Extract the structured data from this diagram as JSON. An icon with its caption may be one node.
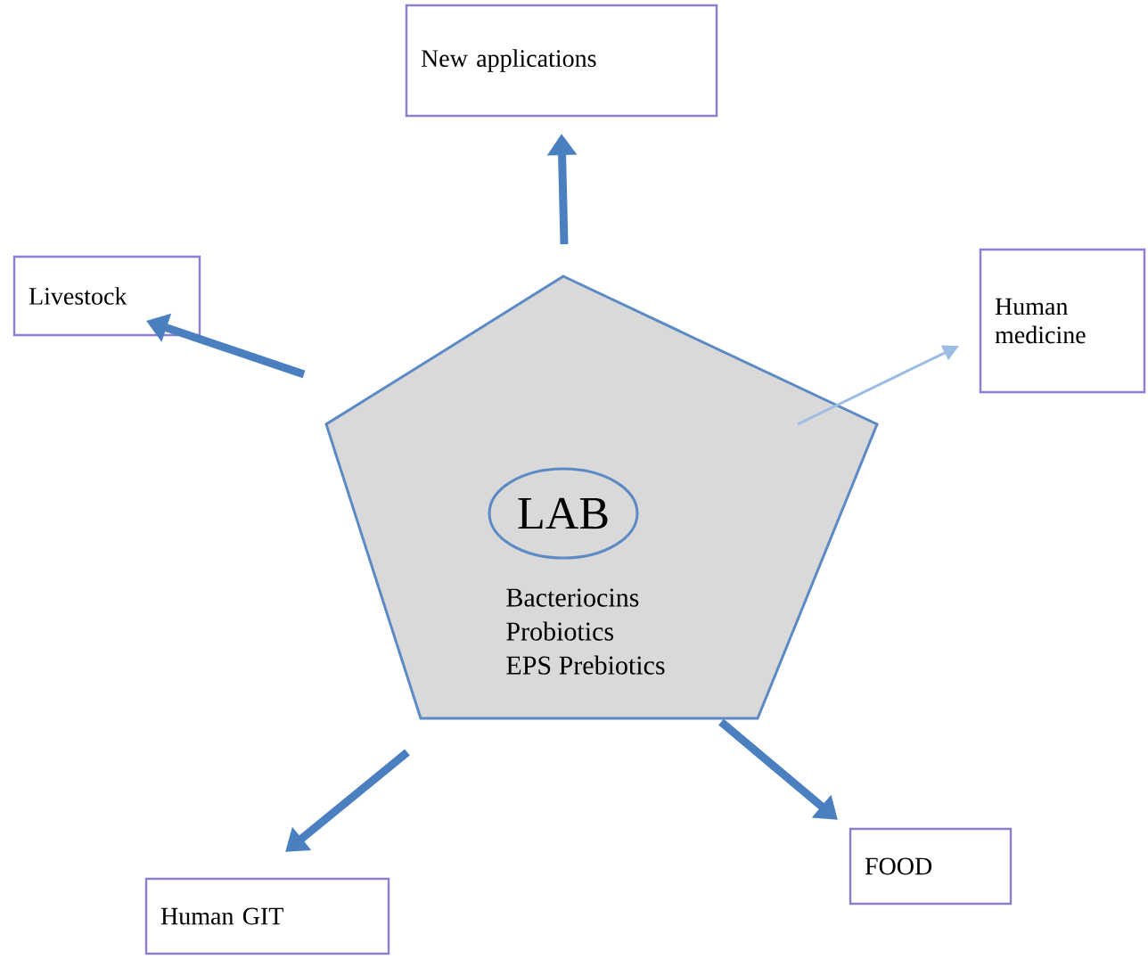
{
  "diagram": {
    "nodes": [
      {
        "text": [
          "New applications"
        ]
      },
      {
        "text": [
          "Livestock"
        ]
      },
      {
        "text": [
          "Human medicine"
        ]
      },
      {
        "text": [
          "Bacteriocins",
          "Probiotics",
          "EPS Prebiotics"
        ]
      },
      {
        "text": [
          "LAB"
        ],
        "in": 3
      },
      {
        "text": [
          "FOOD"
        ]
      },
      {
        "text": [
          "Human GIT"
        ]
      }
    ],
    "edges": [
      {
        "from": 3,
        "to": 0,
        "arrow": "to"
      },
      {
        "from": 3,
        "to": 1,
        "arrow": "to"
      },
      {
        "from": 3,
        "to": 2,
        "arrow": "to",
        "color": "#9cbce4"
      },
      {
        "from": 3,
        "to": 5,
        "arrow": "to"
      },
      {
        "from": 3,
        "to": 6,
        "arrow": "to"
      }
    ]
  }
}
